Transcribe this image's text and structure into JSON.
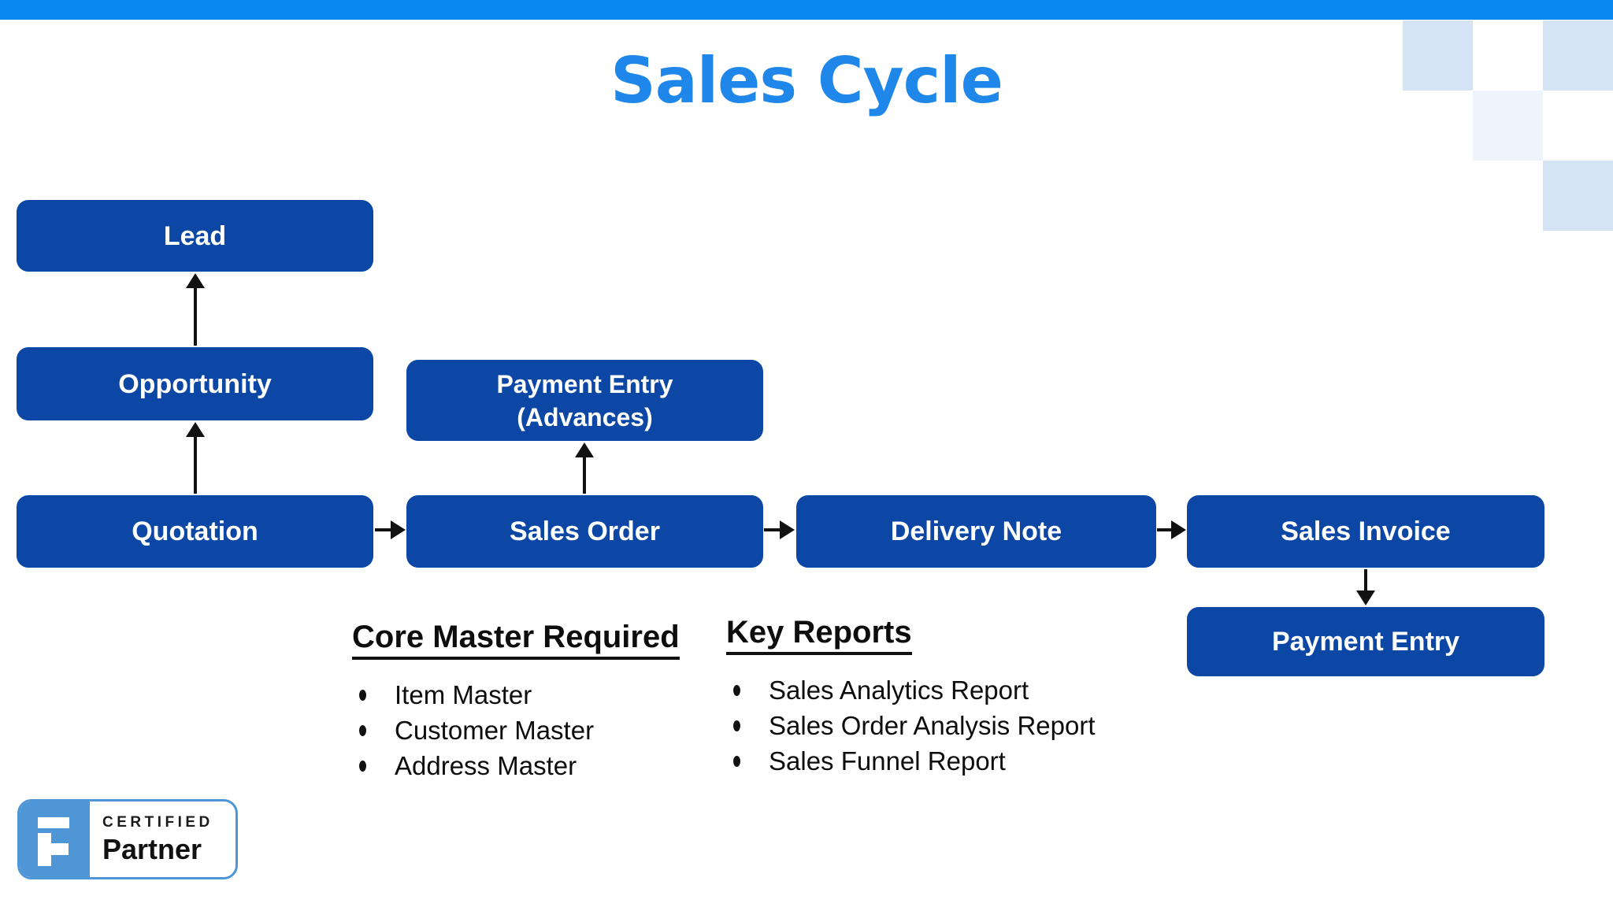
{
  "slide": {
    "title": "Sales Cycle"
  },
  "colors": {
    "accent_bar": "#0a87f0",
    "title_blue": "#1e87e9",
    "box_blue": "#0d47a6",
    "arrow_black": "#111111",
    "badge_blue": "#4e96d6",
    "deco_square_light": "#d4e4f5",
    "deco_square_lighter": "#edf4fb"
  },
  "flow": {
    "boxes": [
      {
        "id": "lead",
        "label": "Lead"
      },
      {
        "id": "opportunity",
        "label": "Opportunity"
      },
      {
        "id": "quotation",
        "label": "Quotation"
      },
      {
        "id": "payment-entry-advances",
        "label_line1": "Payment Entry",
        "label_line2": "(Advances)"
      },
      {
        "id": "sales-order",
        "label": "Sales Order"
      },
      {
        "id": "delivery-note",
        "label": "Delivery Note"
      },
      {
        "id": "sales-invoice",
        "label": "Sales Invoice"
      },
      {
        "id": "payment-entry",
        "label": "Payment Entry"
      }
    ],
    "connections": [
      "Quotation -> Opportunity",
      "Opportunity -> Lead",
      "Sales Order -> Payment Entry (Advances)",
      "Quotation -> Sales Order",
      "Sales Order -> Delivery Note",
      "Delivery Note -> Sales Invoice",
      "Sales Invoice -> Payment Entry"
    ]
  },
  "sections": {
    "core_master": {
      "heading": "Core Master Required",
      "items": [
        "Item Master",
        "Customer Master",
        "Address Master"
      ]
    },
    "key_reports": {
      "heading": "Key Reports",
      "items": [
        "Sales Analytics Report",
        "Sales Order Analysis Report",
        "Sales Funnel Report"
      ]
    }
  },
  "badge": {
    "line1": "CERTIFIED",
    "line2": "Partner"
  }
}
